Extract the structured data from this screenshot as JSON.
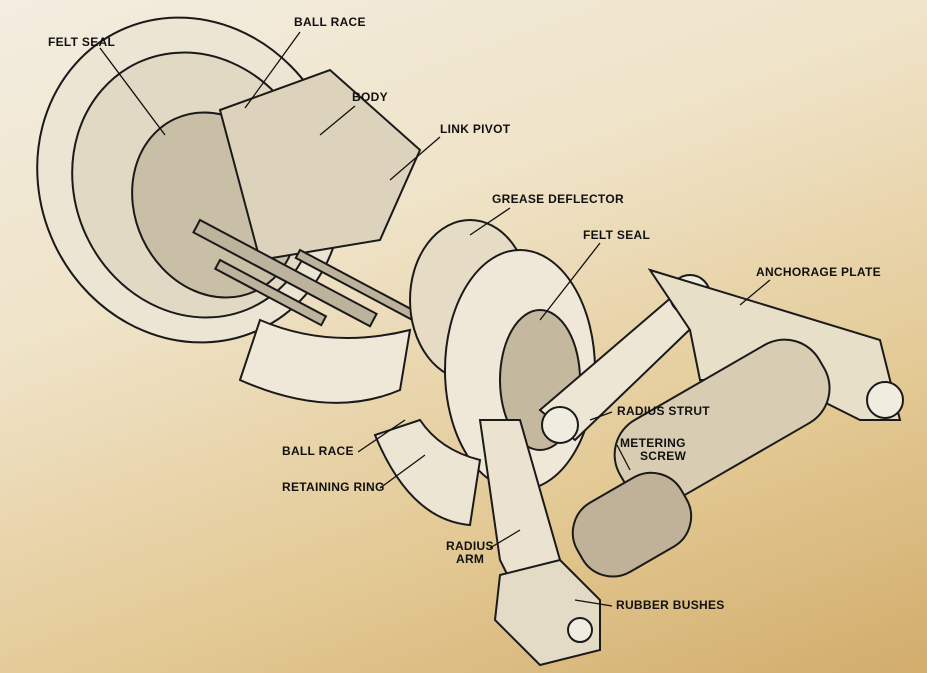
{
  "labels": {
    "felt_seal_top": "FELT SEAL",
    "ball_race_top": "BALL RACE",
    "body": "BODY",
    "link_pivot": "LINK PIVOT",
    "grease_deflector": "GREASE DEFLECTOR",
    "felt_seal_mid": "FELT SEAL",
    "anchorage_plate": "ANCHORAGE PLATE",
    "radius_strut": "RADIUS STRUT",
    "metering": "METERING",
    "screw": "SCREW",
    "ball_race_bottom": "BALL RACE",
    "retaining_ring": "RETAINING RING",
    "radius": "RADIUS",
    "arm": "ARM",
    "rubber_bushes": "RUBBER BUSHES"
  }
}
